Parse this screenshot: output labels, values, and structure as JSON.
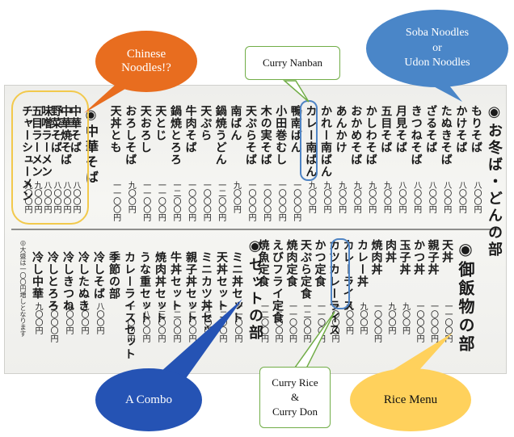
{
  "callouts": {
    "chinese": "Chinese\nNoodles!?",
    "nanban": "Curry Nanban",
    "soba": "Soba Noodles\nor\nUdon Noodles",
    "combo": "A Combo",
    "curry_rice": "Curry Rice\n&\nCurry Don",
    "rice": "Rice Menu"
  },
  "menu": {
    "upper_header": "◉お冬ば・どんの部",
    "lower_header": "◉御飯物の部",
    "set_header": "◉セットの部",
    "chuka_header": "◉中華そば",
    "upper_items": [
      {
        "name": "もりそば",
        "price": "八〇〇円"
      },
      {
        "name": "かけそば",
        "price": "八〇〇円"
      },
      {
        "name": "たぬきそば",
        "price": "八〇〇円"
      },
      {
        "name": "ざるそば",
        "price": "八〇〇円"
      },
      {
        "name": "きつねそば",
        "price": "八〇〇円"
      },
      {
        "name": "月見そば",
        "price": "八〇〇円"
      },
      {
        "name": "五目そば",
        "price": "九〇〇円"
      },
      {
        "name": "かしわそば",
        "price": "九〇〇円"
      },
      {
        "name": "おかめそば",
        "price": "九〇〇円"
      },
      {
        "name": "あんかけ",
        "price": "九〇〇円"
      },
      {
        "name": "かれー南ばん",
        "price": "九〇〇円"
      },
      {
        "name": "カレー南ばん",
        "price": "九〇〇円"
      },
      {
        "name": "鴨南ばん",
        "price": "一〇〇〇円"
      },
      {
        "name": "小田巻むし",
        "price": "一〇〇〇円"
      },
      {
        "name": "木の実そば",
        "price": "一〇〇〇円"
      },
      {
        "name": "天ぷらそば",
        "price": "一〇〇〇円"
      },
      {
        "name": "南ばん",
        "price": "九〇〇円"
      },
      {
        "name": "鍋焼うどん",
        "price": "一二〇〇円"
      },
      {
        "name": "天ぷら",
        "price": "一〇〇〇円"
      },
      {
        "name": "牛肉そば",
        "price": "一〇〇〇円"
      },
      {
        "name": "鍋焼とろろ",
        "price": "一二〇〇円"
      },
      {
        "name": "天とじ",
        "price": "一一〇〇円"
      },
      {
        "name": "天おろし",
        "price": "一一〇〇円"
      },
      {
        "name": "おろしそば",
        "price": "九〇〇円"
      },
      {
        "name": "天丼とも",
        "price": "一一〇〇円"
      }
    ],
    "chuka_items": [
      {
        "name": "中華そば",
        "price": "八〇〇円"
      },
      {
        "name": "中華焼そば",
        "price": "八〇〇円"
      },
      {
        "name": "野菜そば",
        "price": "八〇〇円"
      },
      {
        "name": "味噌ラーメン",
        "price": "八〇〇円"
      },
      {
        "name": "五目ラーメン",
        "price": "九〇〇円"
      },
      {
        "name": "チャーシューメン",
        "price": "九〇〇円"
      }
    ],
    "lower_items": [
      {
        "name": "天丼",
        "price": "一一〇〇円"
      },
      {
        "name": "親子丼",
        "price": "一〇〇〇円"
      },
      {
        "name": "かつ丼",
        "price": "一〇〇〇円"
      },
      {
        "name": "玉子丼",
        "price": "九〇〇円"
      },
      {
        "name": "肉丼",
        "price": "九〇〇円"
      },
      {
        "name": "焼肉丼",
        "price": "一〇〇〇円"
      },
      {
        "name": "カレー丼",
        "price": "九〇〇円"
      },
      {
        "name": "カレーライス",
        "price": "九〇〇円"
      },
      {
        "name": "カツカレーライス",
        "price": "一〇〇〇円"
      },
      {
        "name": "かつ定食",
        "price": "一一〇〇円"
      },
      {
        "name": "天ぷら定食",
        "price": "一二〇〇円"
      },
      {
        "name": "焼肉定食",
        "price": "一一〇〇円"
      },
      {
        "name": "えびフライ定食",
        "price": "一二〇〇円"
      },
      {
        "name": "焼魚定食",
        "price": "一二〇〇円"
      }
    ],
    "set_items": [
      {
        "name": "ミニ丼セット",
        "price": "一一〇〇円"
      },
      {
        "name": "天丼セット",
        "price": "一二〇〇円"
      },
      {
        "name": "ミニカツ丼セット",
        "price": "一二〇〇円"
      },
      {
        "name": "親子丼セット",
        "price": "一二〇〇円"
      },
      {
        "name": "牛丼セット",
        "price": "一二〇〇円"
      },
      {
        "name": "焼肉丼セット",
        "price": "一三〇〇円"
      },
      {
        "name": "うな重セット",
        "price": "一八〇〇円"
      },
      {
        "name": "カレーライスセット",
        "price": "一一〇〇円"
      },
      {
        "name": "季節の部",
        "price": ""
      },
      {
        "name": "冷しそば",
        "price": "八〇〇円"
      },
      {
        "name": "冷したぬき",
        "price": "九〇〇円"
      },
      {
        "name": "冷しきつね",
        "price": "九〇〇円"
      },
      {
        "name": "冷しとろろ",
        "price": "一〇〇〇円"
      },
      {
        "name": "冷し中華",
        "price": "九〇〇円"
      }
    ],
    "footnote": "◎大盛は一〇〇円増しとなります"
  },
  "colors": {
    "orange": "#e86d1f",
    "blue_soba": "#4a86c8",
    "navy": "#2553b4",
    "rice": "#ffd15c",
    "yellow_box": "#f2c94c",
    "blue_box": "#4f84c4",
    "green_border": "#71ad47"
  }
}
